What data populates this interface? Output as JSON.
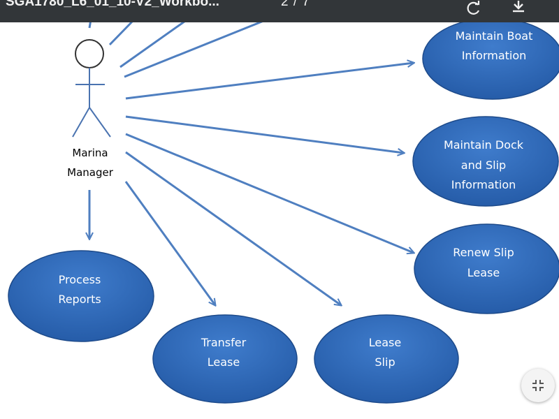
{
  "toolbar": {
    "title": "SGA1780_L6_01_10-V2_Workbo...",
    "page_indicator": "2 / 7",
    "background_color": "#323639",
    "rotate_icon": "rotate-icon",
    "download_icon": "download-icon"
  },
  "diagram": {
    "actor": {
      "label_line1": "Marina",
      "label_line2": "Manager"
    },
    "use_cases": [
      {
        "id": "maintain-boat-info",
        "line1": "Maintain Boat",
        "line2": "Information"
      },
      {
        "id": "maintain-dock-slip-info",
        "line1": "Maintain Dock",
        "line2": "and Slip",
        "line3": "Information"
      },
      {
        "id": "renew-slip-lease",
        "line1": "Renew Slip",
        "line2": "Lease"
      },
      {
        "id": "lease-slip",
        "line1": "Lease",
        "line2": "Slip"
      },
      {
        "id": "transfer-lease",
        "line1": "Transfer",
        "line2": "Lease"
      },
      {
        "id": "process-reports",
        "line1": "Process",
        "line2": "Reports"
      }
    ],
    "colors": {
      "ellipse_fill": "#2f67b3",
      "ellipse_stroke": "#1d4a8a",
      "connector": "#4f7fc0",
      "actor_stroke": "#4a73b0"
    }
  },
  "controls": {
    "fit_icon": "exit-fullscreen-icon"
  }
}
